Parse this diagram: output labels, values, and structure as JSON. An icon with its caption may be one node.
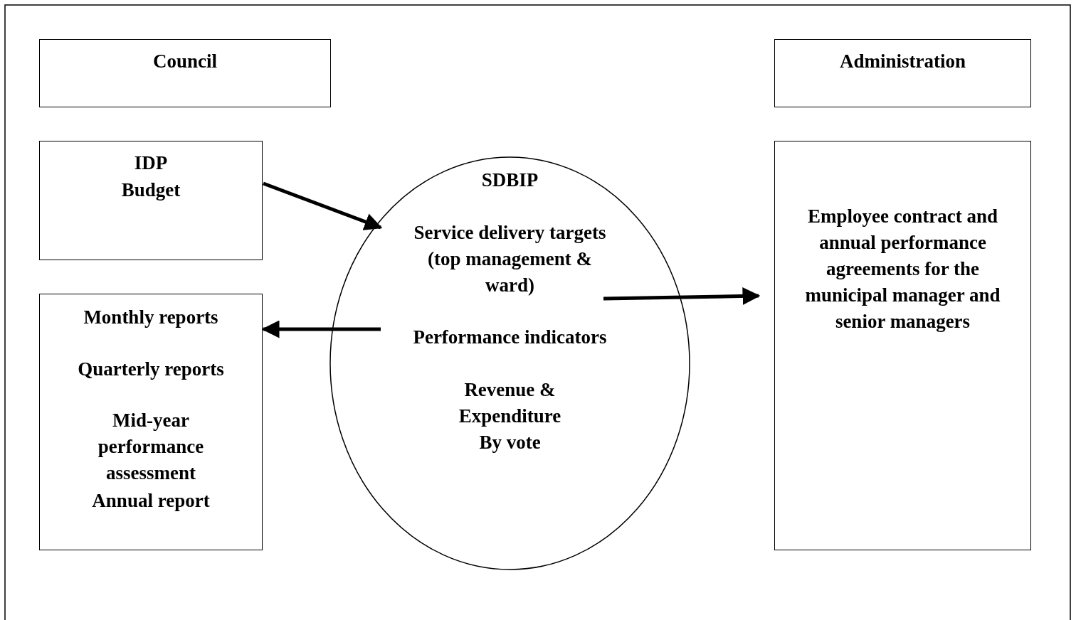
{
  "diagram": {
    "nodes": [
      {
        "text": [
          "Council"
        ]
      },
      {
        "text": [
          "Administration"
        ]
      },
      {
        "text": [
          "IDP",
          "Budget"
        ]
      },
      {
        "text": [
          "Monthly reports",
          "Quarterly reports",
          "Mid-year performance assessment",
          "Annual report"
        ]
      },
      {
        "text": [
          "SDBIP",
          "Service delivery targets (top management & ward)",
          "Performance indicators",
          "Revenue & Expenditure By vote"
        ]
      },
      {
        "text": [
          "Employee contract and annual performance agreements for the municipal manager and senior managers"
        ]
      }
    ],
    "edges": [
      {
        "from": 2,
        "to": 4,
        "arrow": "to"
      },
      {
        "from": 4,
        "to": 5,
        "arrow": "to"
      },
      {
        "from": 4,
        "to": 3,
        "arrow": "to"
      }
    ]
  }
}
